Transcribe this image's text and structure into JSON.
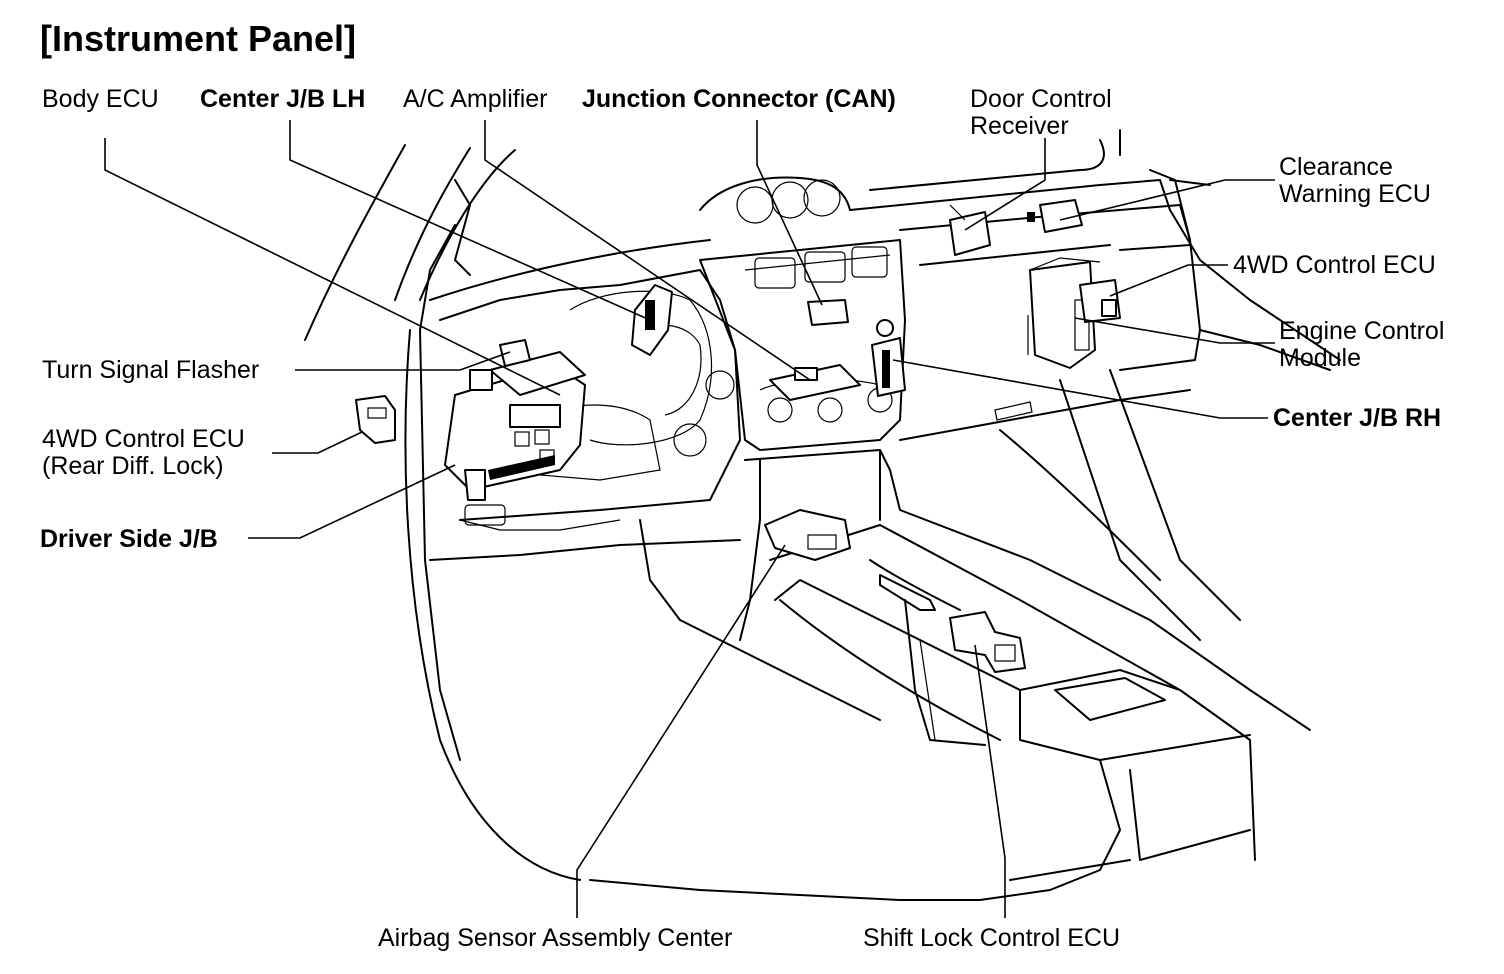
{
  "title": "[Instrument Panel]",
  "labels": {
    "body_ecu": "Body ECU",
    "center_jb_lh": "Center J/B LH",
    "ac_amplifier": "A/C Amplifier",
    "junction_connector": "Junction Connector (CAN)",
    "door_control_receiver_1": "Door Control",
    "door_control_receiver_2": "Receiver",
    "clearance_warning_1": "Clearance",
    "clearance_warning_2": "Warning ECU",
    "fwd_control_ecu": "4WD Control ECU",
    "engine_control_1": "Engine Control",
    "engine_control_2": "Module",
    "center_jb_rh": "Center J/B RH",
    "turn_signal_flasher": "Turn Signal Flasher",
    "fwd_rear_diff_1": "4WD Control ECU",
    "fwd_rear_diff_2": "(Rear Diff. Lock)",
    "driver_side_jb": "Driver Side J/B",
    "airbag_sensor": "Airbag Sensor Assembly Center",
    "shift_lock": "Shift Lock Control ECU"
  },
  "colors": {
    "ink": "#000000",
    "background": "#ffffff"
  }
}
